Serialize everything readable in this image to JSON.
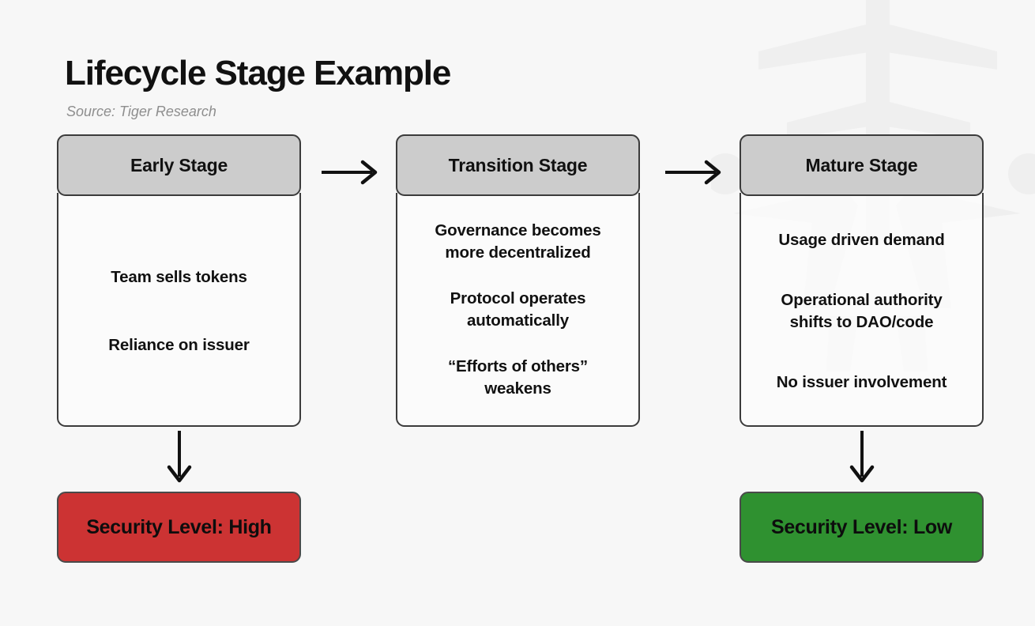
{
  "header": {
    "title": "Lifecycle Stage Example",
    "source": "Source: Tiger Research"
  },
  "colors": {
    "background": "#f7f7f7",
    "card_header_fill": "#cccccc",
    "card_border": "#3b3b3b",
    "card_body_fill": "#fbfbfb",
    "high_risk": "#cc3333",
    "low_risk": "#2f9130",
    "text": "#111111",
    "source_text": "#8e8e8e"
  },
  "stages": [
    {
      "header": "Early Stage",
      "items": [
        "Team sells tokens",
        "Reliance on issuer"
      ]
    },
    {
      "header": "Transition Stage",
      "items": [
        "Governance becomes\nmore decentralized",
        "Protocol operates\nautomatically",
        "“Efforts of others”\nweakens"
      ]
    },
    {
      "header": "Mature Stage",
      "items": [
        "Usage driven demand",
        "Operational authority\nshifts to DAO/code",
        "No issuer involvement"
      ]
    }
  ],
  "flow_arrows": [
    {
      "name": "early-to-transition",
      "direction": "right"
    },
    {
      "name": "transition-to-mature",
      "direction": "right"
    }
  ],
  "outcome_arrows": [
    {
      "name": "early-to-outcome",
      "direction": "down"
    },
    {
      "name": "mature-to-outcome",
      "direction": "down"
    }
  ],
  "outcomes": [
    {
      "label": "Security Level: High",
      "level": "High",
      "color": "#cc3333"
    },
    {
      "label": "Security Level: Low",
      "level": "Low",
      "color": "#2f9130"
    }
  ]
}
